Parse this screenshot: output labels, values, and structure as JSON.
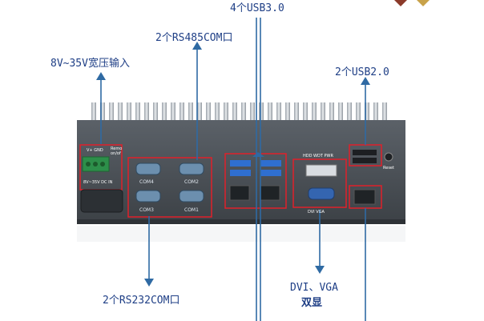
{
  "callouts": {
    "usb3": "4个USB3.0",
    "rs485": "2个RS485COM口",
    "power": "8V~35V宽压输入",
    "usb2": "2个USB2.0",
    "rs232": "2个RS232COM口",
    "display_line1": "DVI、VGA",
    "display_line2": "双显"
  },
  "panel_labels": {
    "power_terminal": "V+ GND",
    "remote": "Remo\non/of",
    "dc_in": "8V~35V DC IN",
    "com4": "COM4",
    "com2": "COM2",
    "com3": "COM3",
    "com1": "COM1",
    "hdd_wdt_pwr": "HDD WDT PWR",
    "dvi_vga": "DVI VGA",
    "reset": "Reset"
  },
  "colors": {
    "callout_text": "#1f3f86",
    "arrow": "#2f6aa3",
    "highlight_box": "#e0202a",
    "chassis": "#4a4f55",
    "heatsink": "#cfd4d9"
  }
}
